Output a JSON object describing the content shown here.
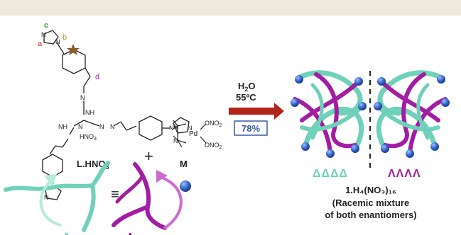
{
  "labels": {
    "atom_a": "a",
    "atom_b": "b",
    "atom_c": "c",
    "atom_d": "d",
    "n_atom": "N",
    "nh": "NH",
    "hno3": "HNO",
    "hno3_sub": "3",
    "ligand_name": "L.HNO",
    "ligand_name_sub": "3",
    "plus": "+",
    "pd": "Pd",
    "ono2": "ONO",
    "ono2_sub": "2",
    "metal": "M",
    "equiv": "≡",
    "solvent": "H",
    "solvent_sub": "2",
    "solvent_end": "O",
    "temperature": "55ºC",
    "yield": "78%",
    "config_left": "ΔΔΔΔ",
    "config_right": "ΛΛΛΛ",
    "config_delta": "Δ",
    "config_lambda": "Λ",
    "product_formula": "1.H₄(NO₃)₁₆",
    "product_desc_1": "(Racemic mixture",
    "product_desc_2": "of both enantiomers)"
  },
  "colors": {
    "topbar": "#efe8dc",
    "teal": "#6fd1b9",
    "magenta": "#a21ca4",
    "arrow": "#b3241a",
    "yield_box": "#3a5aa0",
    "atom_a": "#d8222c",
    "atom_b": "#e08a2a",
    "atom_c": "#3a9a3a",
    "atom_d": "#a21ca4",
    "ball": "#3163c9"
  }
}
